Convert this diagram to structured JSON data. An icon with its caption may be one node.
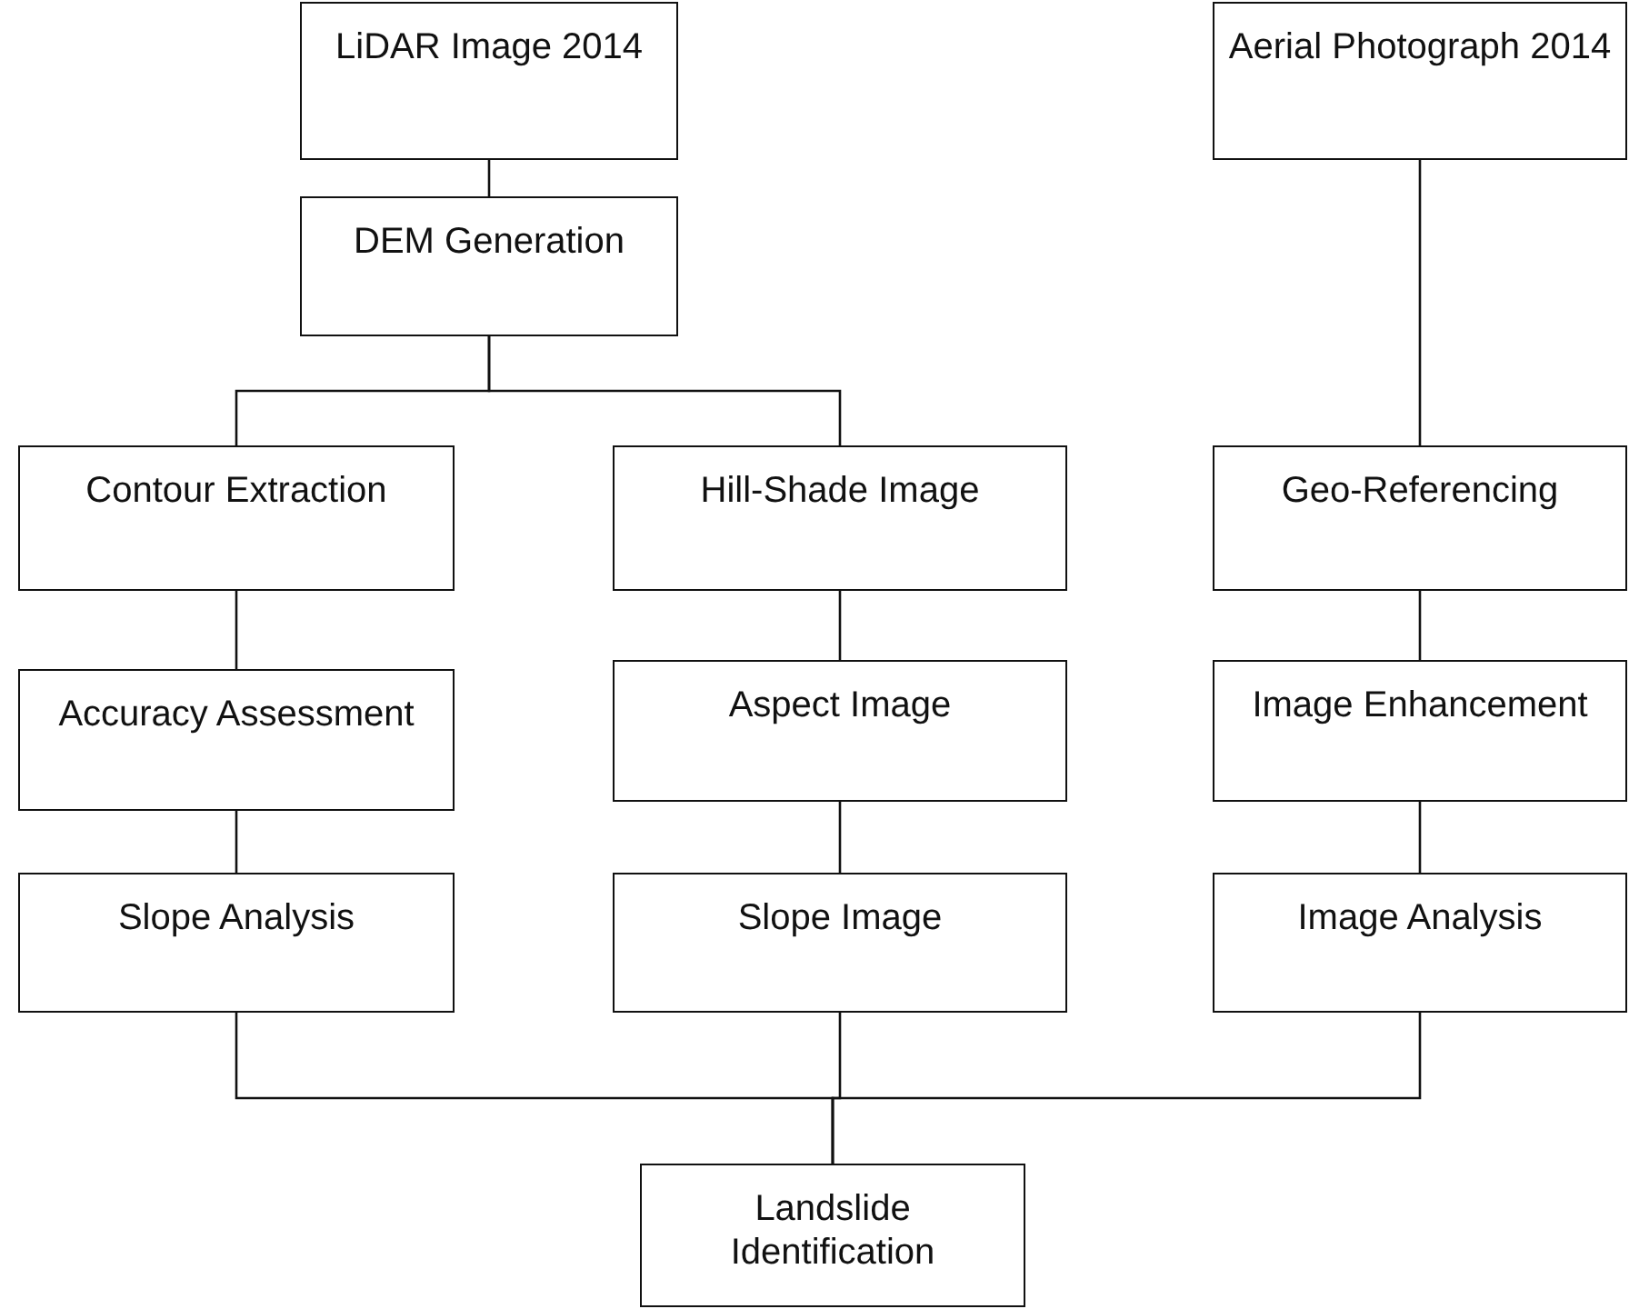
{
  "diagram": {
    "nodes": [
      {
        "text": [
          "LiDAR Image 2014"
        ]
      },
      {
        "text": [
          "Aerial Photograph 2014"
        ]
      },
      {
        "text": [
          "DEM Generation"
        ]
      },
      {
        "text": [
          "Contour Extraction"
        ]
      },
      {
        "text": [
          "Hill-Shade Image"
        ]
      },
      {
        "text": [
          "Geo-Referencing"
        ]
      },
      {
        "text": [
          "Accuracy Assessment"
        ]
      },
      {
        "text": [
          "Aspect Image"
        ]
      },
      {
        "text": [
          "Image Enhancement"
        ]
      },
      {
        "text": [
          "Slope Analysis"
        ]
      },
      {
        "text": [
          "Slope Image"
        ]
      },
      {
        "text": [
          "Image Analysis"
        ]
      },
      {
        "text": [
          "Landslide Identification"
        ]
      }
    ],
    "edges": [
      {
        "from": 0,
        "to": 2,
        "arrow": "none"
      },
      {
        "from": 2,
        "to": 3,
        "arrow": "none"
      },
      {
        "from": 2,
        "to": 4,
        "arrow": "none"
      },
      {
        "from": 3,
        "to": 6,
        "arrow": "none"
      },
      {
        "from": 6,
        "to": 9,
        "arrow": "none"
      },
      {
        "from": 4,
        "to": 7,
        "arrow": "none"
      },
      {
        "from": 7,
        "to": 10,
        "arrow": "none"
      },
      {
        "from": 1,
        "to": 5,
        "arrow": "none"
      },
      {
        "from": 5,
        "to": 8,
        "arrow": "none"
      },
      {
        "from": 8,
        "to": 11,
        "arrow": "none"
      },
      {
        "from": 9,
        "to": 12,
        "arrow": "none"
      },
      {
        "from": 10,
        "to": 12,
        "arrow": "none"
      },
      {
        "from": 11,
        "to": 12,
        "arrow": "none"
      }
    ]
  }
}
